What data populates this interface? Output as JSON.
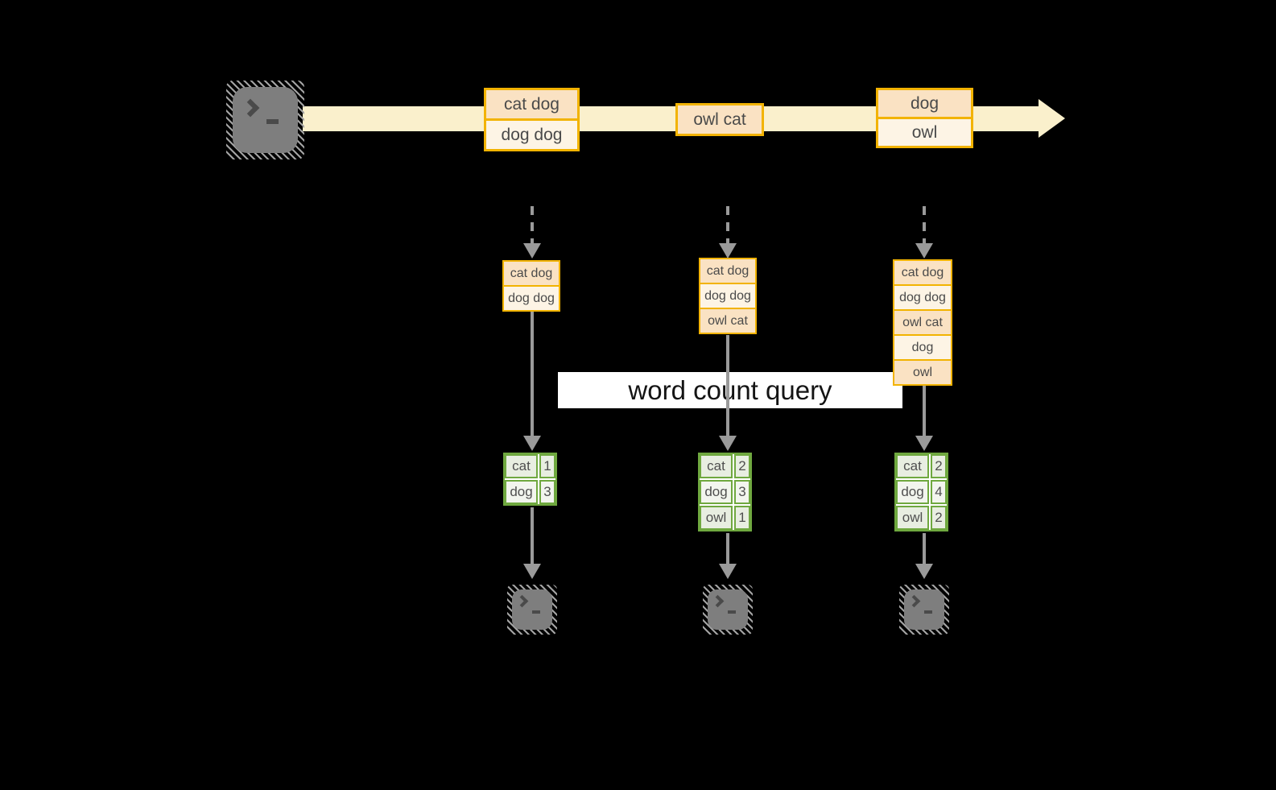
{
  "diagram": {
    "query_label": "word count query",
    "source_icon": "terminal-icon",
    "stream_batches": [
      {
        "rows": [
          "cat dog",
          "dog dog"
        ]
      },
      {
        "rows": [
          "owl cat"
        ]
      },
      {
        "rows": [
          "dog",
          "owl"
        ]
      }
    ],
    "columns": [
      {
        "state_rows": [
          "cat dog",
          "dog dog"
        ],
        "counts": [
          {
            "word": "cat",
            "count": "1"
          },
          {
            "word": "dog",
            "count": "3"
          }
        ],
        "sink_icon": "terminal-icon"
      },
      {
        "state_rows": [
          "cat dog",
          "dog dog",
          "owl cat"
        ],
        "counts": [
          {
            "word": "cat",
            "count": "2"
          },
          {
            "word": "dog",
            "count": "3"
          },
          {
            "word": "owl",
            "count": "1"
          }
        ],
        "sink_icon": "terminal-icon"
      },
      {
        "state_rows": [
          "cat dog",
          "dog dog",
          "owl cat",
          "dog",
          "owl"
        ],
        "counts": [
          {
            "word": "cat",
            "count": "2"
          },
          {
            "word": "dog",
            "count": "4"
          },
          {
            "word": "owl",
            "count": "2"
          }
        ],
        "sink_icon": "terminal-icon"
      }
    ],
    "colors": {
      "background": "#000000",
      "stream_band": "#FAF0CC",
      "box_border": "#F2B301",
      "box_fill_dark": "#FAE2C3",
      "box_fill_light": "#FDF4E5",
      "arrow": "#9A9A9A",
      "table_border": "#6FA83F",
      "table_fill_dark": "#E8EEE1",
      "table_fill_light": "#F2F5EE",
      "query_band_bg": "#FFFFFF",
      "terminal_body": "#7E7E7E"
    }
  }
}
